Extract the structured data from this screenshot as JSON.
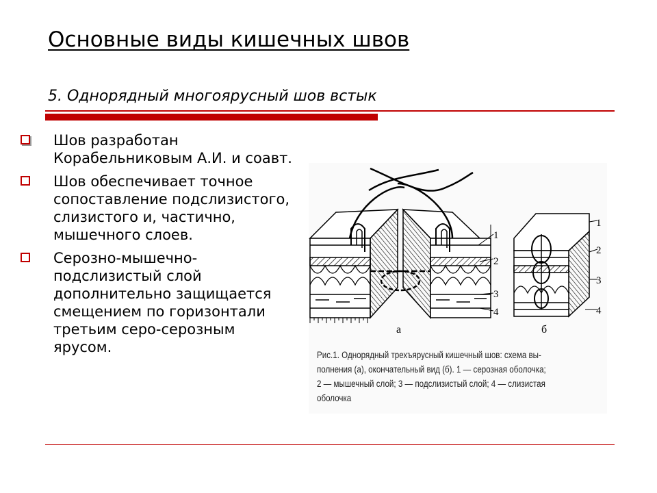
{
  "title": "Основные виды кишечных швов",
  "subtitle": "5. Однорядный многоярусный шов встык",
  "bullets": [
    "Шов разработан Корабельниковым А.И. и соавт.",
    "Шов обеспечивает точное сопоставление подслизистого, слизистого и, частично, мышечного слоев.",
    "Серозно-мышечно-подслизистый слой дополнительно защищается смещением по горизонтали третьим серо-серозным ярусом."
  ],
  "figure": {
    "label_a": "а",
    "label_b": "б",
    "layer_numbers": [
      "1",
      "2",
      "3",
      "4"
    ],
    "caption_lines": [
      "Рис.1. Однорядный трехъярусный кишечный шов: схема вы-",
      "полнения (а), окончательный вид (б). 1 — серозная оболочка;",
      "2 — мышечный слой; 3 — подслизистый слой; 4 — слизистая",
      "оболочка"
    ]
  },
  "colors": {
    "accent": "#c00000",
    "text": "#000000"
  }
}
